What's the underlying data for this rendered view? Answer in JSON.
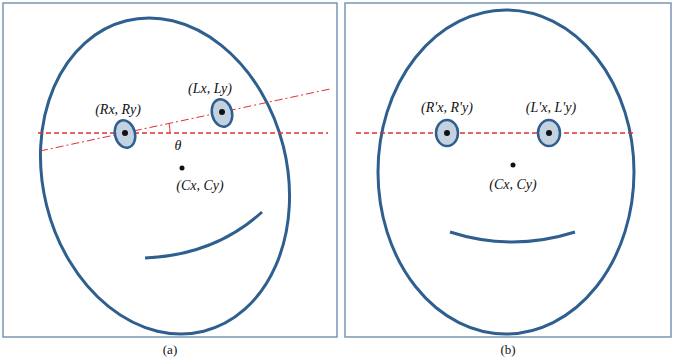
{
  "diagram": {
    "labels": [
      "(Rx, Ry)",
      "(Lx, Ly)",
      "θ",
      "(Cx, Cy)",
      "(R'x, R'y)",
      "(L'x, L'y)",
      "(Cx, Cy)",
      "(a)",
      "(b)"
    ]
  }
}
